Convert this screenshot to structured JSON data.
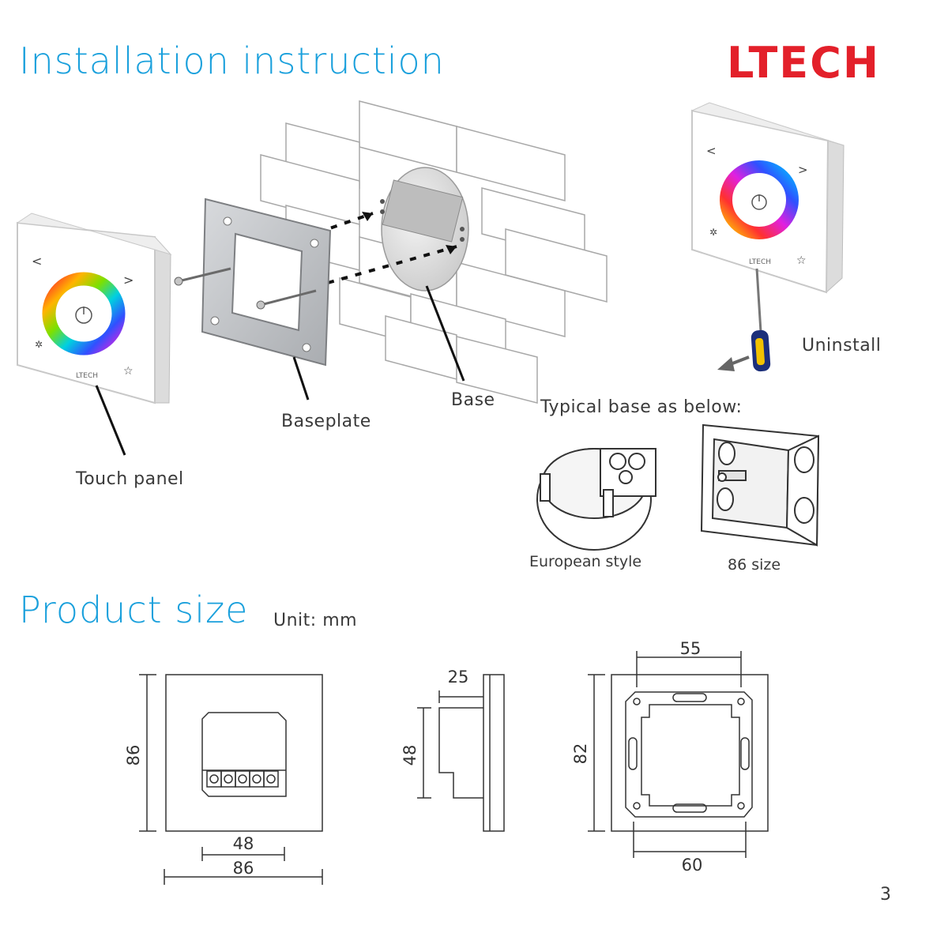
{
  "headings": {
    "installation": "Installation instruction",
    "product_size": "Product size",
    "unit": "Unit: mm"
  },
  "brand": {
    "logo_text": "LTECH",
    "color": "#e3202a"
  },
  "accent_color": "#1aa0dc",
  "labels": {
    "touch_panel": "Touch panel",
    "baseplate": "Baseplate",
    "base": "Base",
    "uninstall": "Uninstall",
    "typical_base": "Typical base as below:",
    "european_style": "European style",
    "size_86": "86 size"
  },
  "panel": {
    "brand": "LTECH",
    "icons": [
      "back-arrow-icon",
      "forward-arrow-icon",
      "power-icon",
      "mode-icon",
      "save-star-icon",
      "color-wheel"
    ]
  },
  "dimensions": {
    "front_height": "86",
    "front_inner_width": "48",
    "front_width": "86",
    "side_depth": "25",
    "side_height": "48",
    "back_top": "55",
    "back_height": "82",
    "back_bottom": "60"
  },
  "page_number": "3"
}
